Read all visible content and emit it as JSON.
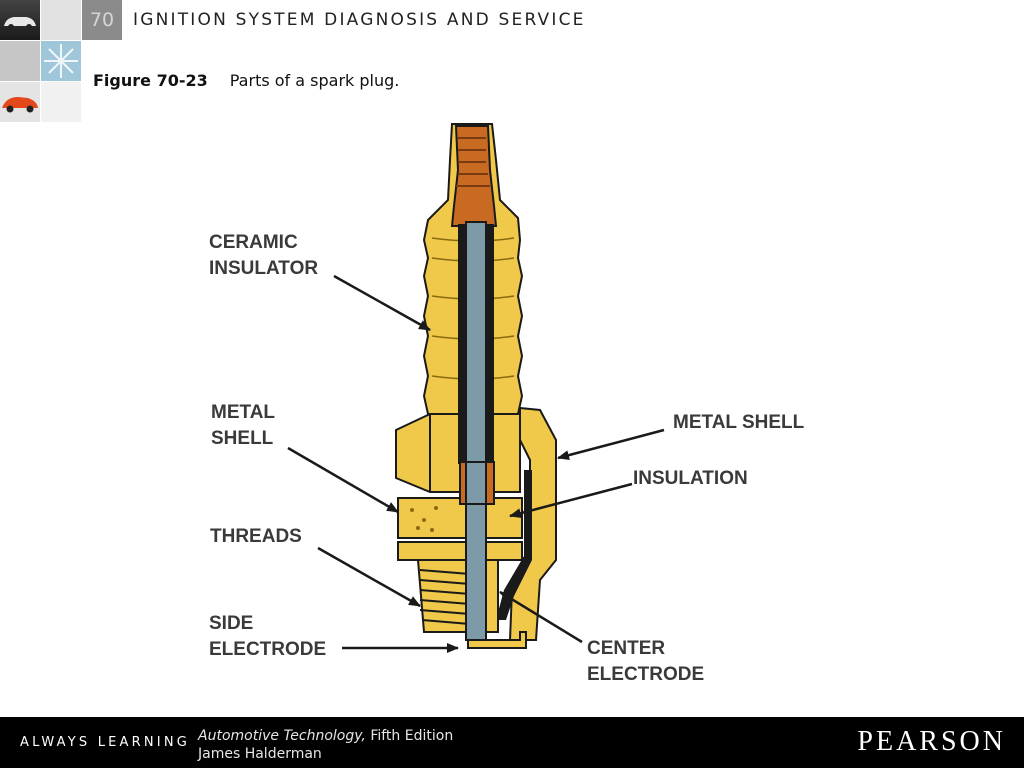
{
  "header": {
    "chapter_number": "70",
    "chapter_title": "IGNITION SYSTEM DIAGNOSIS AND SERVICE"
  },
  "figure": {
    "number": "Figure 70-23",
    "caption": "Parts of a spark plug."
  },
  "diagram": {
    "labels": {
      "ceramic_insulator": [
        "CERAMIC",
        "INSULATOR"
      ],
      "metal_shell_left": [
        "METAL",
        "SHELL"
      ],
      "threads": [
        "THREADS"
      ],
      "side_electrode": [
        "SIDE",
        "ELECTRODE"
      ],
      "metal_shell_right": [
        "METAL SHELL"
      ],
      "insulation": [
        "INSULATION"
      ],
      "center_electrode": [
        "CENTER",
        "ELECTRODE"
      ]
    },
    "colors": {
      "body": "#f0c84a",
      "outline": "#1a1a1a",
      "terminal": "#c86a22",
      "center_rod": "#7d9aa8"
    }
  },
  "footer": {
    "tagline": "ALWAYS LEARNING",
    "book_title": "Automotive Technology,",
    "edition": "Fifth Edition",
    "author": "James Halderman",
    "brand": "PEARSON"
  }
}
